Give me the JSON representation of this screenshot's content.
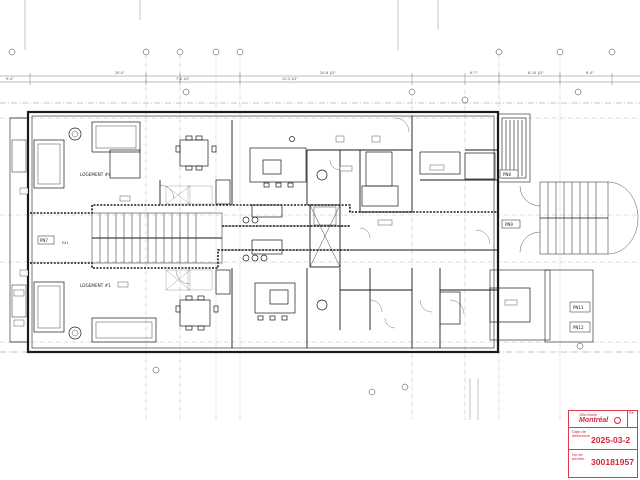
{
  "units": {
    "top": "LOGEMENT #4",
    "bottom": "LOGEMENT #1"
  },
  "panels": [
    "PN7",
    "PN8",
    "PN9",
    "PN11",
    "PN12"
  ],
  "sub_labels": [
    "EX1"
  ],
  "dimensions": {
    "d1": "9'-4\"",
    "d2": "20'-0\"",
    "d3": "7'-6 1/2\"",
    "d4": "11'-5 1/2\"",
    "d5": "20'-6 1/2\"",
    "d6": "6'-7\"",
    "d7": "6'-10 1/2\"",
    "d8": "6'-4\""
  },
  "stamp": {
    "city": "Ville-Marie",
    "brand": "Montréal",
    "revision_label": "Ré",
    "date_label": "Date de délivrance :",
    "date_value": "2025-03-2",
    "permit_label": "No de permis :",
    "permit_value": "300181957"
  },
  "colors": {
    "line": "#1a1a1a",
    "stamp": "#d2283a"
  }
}
